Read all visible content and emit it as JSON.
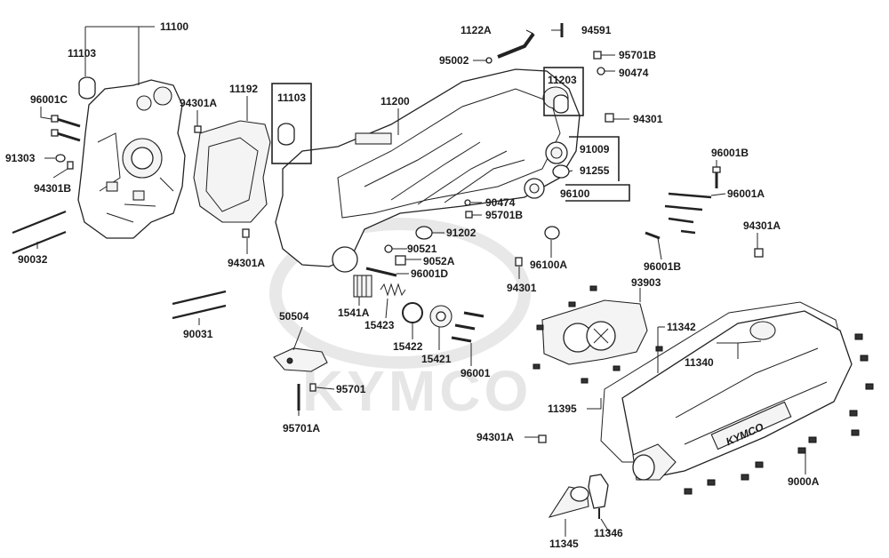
{
  "watermark": "KYMCO",
  "cover_logo": "KYMCO",
  "labels": {
    "p11100": "11100",
    "p11103a": "11103",
    "p96001C": "96001C",
    "p91303": "91303",
    "p94301B": "94301B",
    "p90032": "90032",
    "p94301A_a": "94301A",
    "p11192": "11192",
    "p94301A_b": "94301A",
    "p90031": "90031",
    "p11103b": "11103",
    "p11200": "11200",
    "p1122A": "1122A",
    "p94591": "94591",
    "p95002": "95002",
    "p95701B_a": "95701B",
    "p90474_a": "90474",
    "p11203": "11203",
    "p94301_a": "94301",
    "p91009": "91009",
    "p91255": "91255",
    "p96100": "96100",
    "p90474_b": "90474",
    "p95701B_b": "95701B",
    "p91202": "91202",
    "p90521": "90521",
    "p9052A": "9052A",
    "p96001D": "96001D",
    "p96100A": "96100A",
    "p94301_b": "94301",
    "p1541A": "1541A",
    "p15423": "15423",
    "p15422": "15422",
    "p15421": "15421",
    "p96001": "96001",
    "p50504": "50504",
    "p95701": "95701",
    "p95701A": "95701A",
    "p96001B_a": "96001B",
    "p96001A": "96001A",
    "p94301A_c": "94301A",
    "p96001B_b": "96001B",
    "p93903": "93903",
    "p11342": "11342",
    "p11340": "11340",
    "p11395": "11395",
    "p94301A_d": "94301A",
    "p9000A": "9000A",
    "p11345": "11345",
    "p11346": "11346"
  }
}
